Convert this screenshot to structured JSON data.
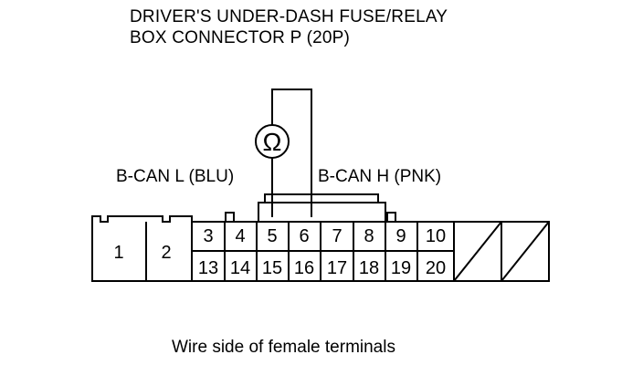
{
  "title": {
    "line1": "DRIVER'S UNDER-DASH FUSE/RELAY",
    "line2": "BOX CONNECTOR P (20P)"
  },
  "labels": {
    "can_low": "B-CAN L (BLU)",
    "can_high": "B-CAN H (PNK)",
    "caption": "Wire side of female terminals"
  },
  "meter": {
    "symbol": "Ω"
  },
  "connector": {
    "large_terminals": [
      "1",
      "2"
    ],
    "top_row": [
      "3",
      "4",
      "5",
      "6",
      "7",
      "8",
      "9",
      "10"
    ],
    "bottom_row": [
      "13",
      "14",
      "15",
      "16",
      "17",
      "18",
      "19",
      "20"
    ]
  }
}
